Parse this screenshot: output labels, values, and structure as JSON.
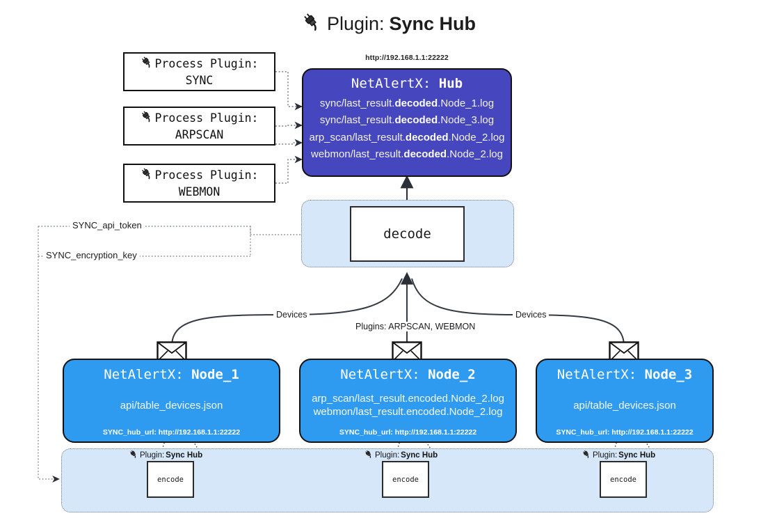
{
  "page": {
    "title_prefix": "Plugin:",
    "title_name": "Sync Hub",
    "plug_icon": "plug-icon"
  },
  "process_plugins": [
    {
      "label": "Process Plugin:",
      "name": "SYNC"
    },
    {
      "label": "Process Plugin:",
      "name": "ARPSCAN"
    },
    {
      "label": "Process Plugin:",
      "name": "WEBMON"
    }
  ],
  "hub": {
    "url": "http://192.168.1.1:22222",
    "title_prefix": "NetAlertX:",
    "title_name": "Hub",
    "lines": [
      {
        "pre": "sync/last_result.",
        "mid": "decoded",
        "post": ".Node_1.log"
      },
      {
        "pre": "sync/last_result.",
        "mid": "decoded",
        "post": ".Node_3.log"
      },
      {
        "pre": "arp_scan/last_result.",
        "mid": "decoded",
        "post": ".Node_2.log"
      },
      {
        "pre": "webmon/last_result.",
        "mid": "decoded",
        "post": ".Node_2.log"
      }
    ]
  },
  "decode": {
    "label": "decode"
  },
  "tokens": [
    {
      "label": "SYNC_api_token"
    },
    {
      "label": "SYNC_encryption_key"
    }
  ],
  "edge_labels": {
    "devices_left": "Devices",
    "devices_right": "Devices",
    "plugins_center": "Plugins: ARPSCAN, WEBMON"
  },
  "nodes": [
    {
      "title_prefix": "NetAlertX:",
      "title_name": "Node_1",
      "lines": [
        "api/table_devices.json"
      ],
      "footer": "SYNC_hub_url: http://192.168.1.1:22222",
      "envelope_icon": "envelope-icon"
    },
    {
      "title_prefix": "NetAlertX:",
      "title_name": "Node_2",
      "lines": [
        "arp_scan/last_result.encoded.Node_2.log",
        "webmon/last_result.encoded.Node_2.log"
      ],
      "footer": "SYNC_hub_url: http://192.168.1.1:22222",
      "envelope_icon": "envelope-icon"
    },
    {
      "title_prefix": "NetAlertX:",
      "title_name": "Node_3",
      "lines": [
        "api/table_devices.json"
      ],
      "footer": "SYNC_hub_url: http://192.168.1.1:22222",
      "envelope_icon": "envelope-icon"
    }
  ],
  "encoders": [
    {
      "caption_prefix": "Plugin:",
      "caption_name": "Sync Hub",
      "label": "encode"
    },
    {
      "caption_prefix": "Plugin:",
      "caption_name": "Sync Hub",
      "label": "encode"
    },
    {
      "caption_prefix": "Plugin:",
      "caption_name": "Sync Hub",
      "label": "encode"
    }
  ],
  "colors": {
    "hub_fill": "#4646be",
    "node_fill": "#2e9bf0",
    "container_fill": "#d5e7f9",
    "stroke": "#111111",
    "dotted": "#6f7780"
  }
}
